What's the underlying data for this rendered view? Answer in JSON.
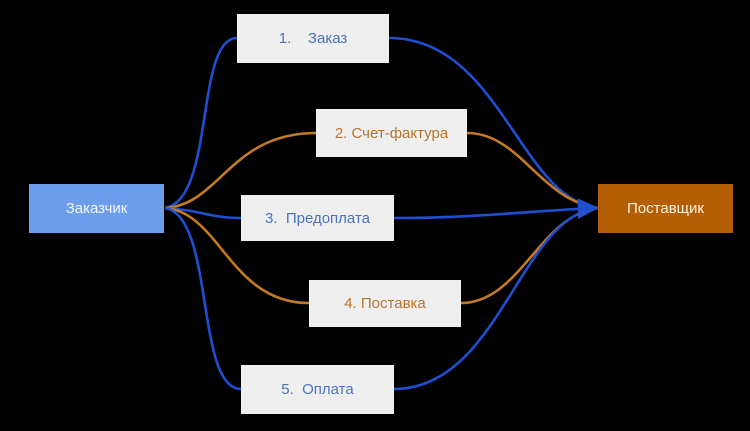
{
  "diagram": {
    "background": "#000000",
    "colors": {
      "blue_flow": "#1f4fd1",
      "orange_flow": "#c47a22",
      "client_fill": "#6d9eeb",
      "supplier_fill": "#b45f06",
      "step_fill": "#efefef"
    },
    "client": {
      "label": "Заказчик"
    },
    "supplier": {
      "label": "Поставщик"
    },
    "steps": [
      {
        "label": "1.    Заказ",
        "color": "blue"
      },
      {
        "label": "2. Счет-фактура",
        "color": "orange"
      },
      {
        "label": "3.  Предоплата",
        "color": "blue"
      },
      {
        "label": "4. Поставка",
        "color": "orange"
      },
      {
        "label": "5.  Оплата",
        "color": "blue"
      }
    ]
  }
}
